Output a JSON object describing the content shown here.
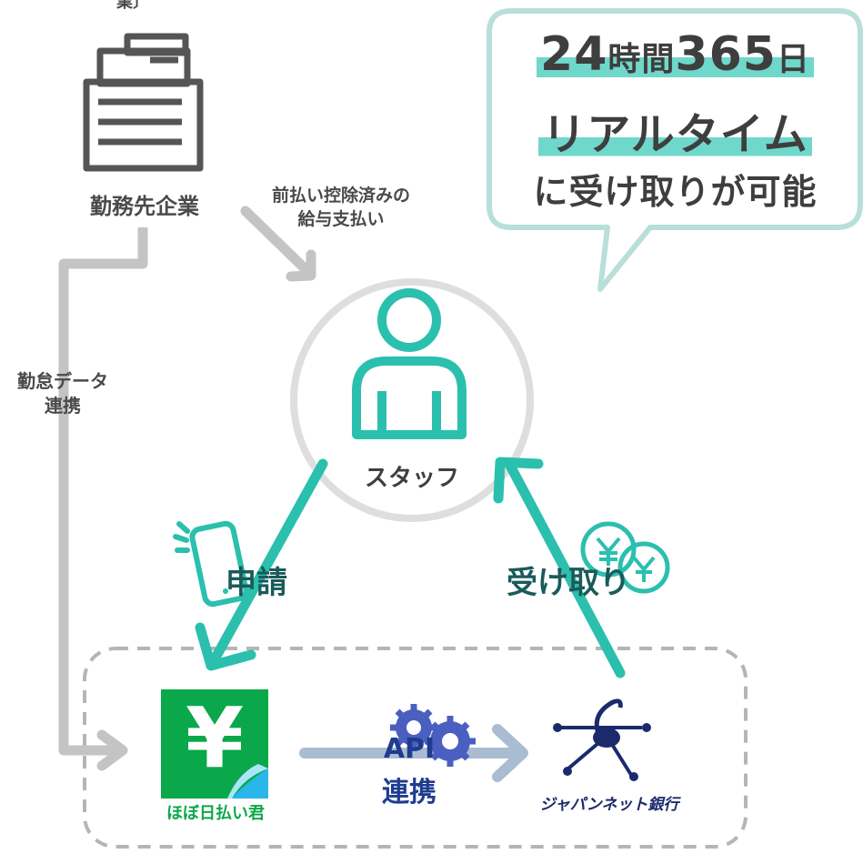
{
  "top_label_partial": "業〕",
  "company": {
    "label": "勤務先企業"
  },
  "payment": {
    "line1": "前払い控除済みの",
    "line2": "給与支払い"
  },
  "attendance": {
    "line1": "勤怠データ",
    "line2": "連携"
  },
  "bubble": {
    "hours": "24",
    "hours_unit": "時間",
    "days": "365",
    "days_unit": "日",
    "line2": "リアルタイム",
    "line3": "に受け取りが可能"
  },
  "staff": {
    "label": "スタッフ"
  },
  "apply": {
    "label": "申請"
  },
  "receive": {
    "label": "受け取り"
  },
  "app": {
    "name": "ほぼ日払い君",
    "symbol": "¥"
  },
  "api": {
    "line1": "API",
    "line2": "連携"
  },
  "bank": {
    "name": "ジャパンネット銀行"
  },
  "colors": {
    "teal": "#2bbfae",
    "grey": "#c4c4c4",
    "dark": "#4a4a4a",
    "green": "#0aa84a",
    "blue_arrow": "#a9bcd2"
  }
}
